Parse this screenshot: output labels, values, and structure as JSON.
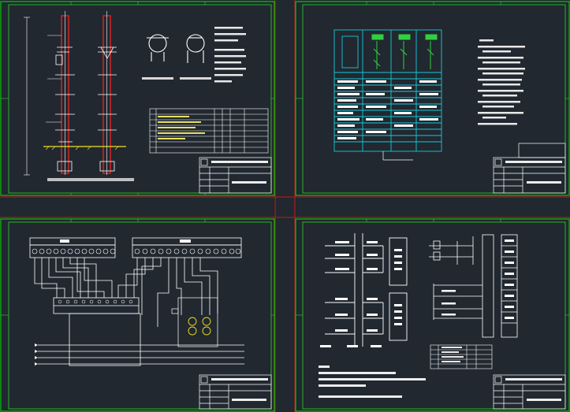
{
  "sheets": [
    {
      "title_block_company": "",
      "drawing_name": ""
    },
    {
      "title_block_company": "",
      "drawing_name": ""
    },
    {
      "title_block_company": "",
      "drawing_name": ""
    },
    {
      "title_block_company": "",
      "drawing_name": ""
    }
  ],
  "colors": {
    "background": "#212830",
    "sheet_border_outer": "#00c800",
    "sheet_border_inner": "#2ed12e",
    "separator": "#c81818",
    "line_white": "#ffffff",
    "pole_red": "#e02424",
    "ground_yellow": "#f0e020",
    "cyan_panel": "#18c8d8",
    "green_device": "#30d040"
  },
  "icons": [
    "pole-elevation-drawing",
    "clamp-hoop-icon",
    "meter-box-wiring-diagram",
    "secondary-schematic"
  ]
}
